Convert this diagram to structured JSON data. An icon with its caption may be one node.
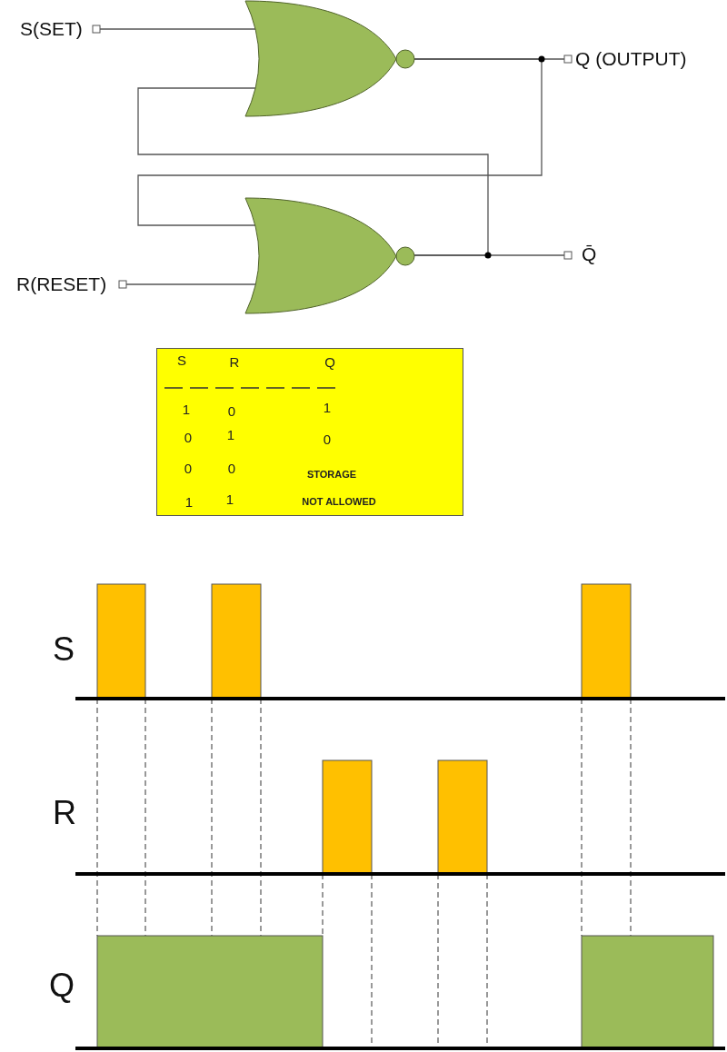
{
  "diagram": {
    "nodes": [
      {
        "text": [
          "S(SET)"
        ]
      },
      {
        "text": [],
        "shape": "gate"
      },
      {
        "text": [
          "Q (OUTPUT)"
        ]
      },
      {
        "text": [],
        "shape": "gate"
      },
      {
        "text": [
          "R(RESET)"
        ]
      },
      {
        "text": [
          "Q̄"
        ]
      }
    ],
    "edges": [
      {
        "from": 0,
        "to": 1,
        "arrow": "other"
      },
      {
        "from": 1,
        "to": 2,
        "arrow": "other"
      },
      {
        "from": 1,
        "to": 3,
        "arrow": "none"
      },
      {
        "from": 3,
        "to": 1,
        "arrow": "none"
      },
      {
        "from": 4,
        "to": 3,
        "arrow": "other"
      },
      {
        "from": 3,
        "to": 5,
        "arrow": "other"
      }
    ],
    "labels": [
      "S",
      "R",
      "Q",
      "1",
      "0",
      "1",
      "0",
      "1",
      "0",
      "0",
      "0",
      "STORAGE",
      "1",
      "1",
      "NOT ALLOWED",
      "S",
      "R",
      "Q"
    ]
  }
}
